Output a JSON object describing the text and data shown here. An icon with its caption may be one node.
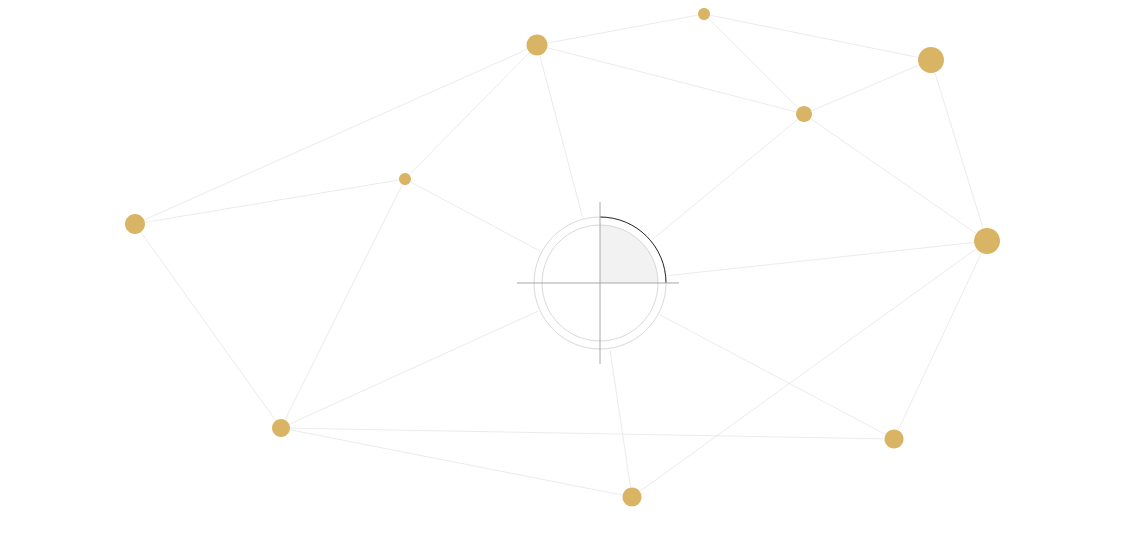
{
  "diagram": {
    "nodes": [
      {
        "text": [],
        "shape": "circle"
      },
      {
        "text": [],
        "shape": "circle"
      },
      {
        "text": [],
        "shape": "circle"
      },
      {
        "text": [],
        "shape": "circle"
      },
      {
        "text": [],
        "shape": "circle"
      },
      {
        "text": [],
        "shape": "circle"
      },
      {
        "text": [],
        "shape": "circle"
      },
      {
        "text": [],
        "shape": "circle"
      },
      {
        "text": [],
        "shape": "circle"
      },
      {
        "text": [],
        "shape": "circle"
      },
      {
        "text": [],
        "shape": "circle"
      }
    ],
    "edges": [
      {
        "from": 1,
        "to": 0,
        "arrow": "none"
      },
      {
        "from": 0,
        "to": 2,
        "arrow": "none"
      },
      {
        "from": 0,
        "to": 3,
        "arrow": "none"
      },
      {
        "from": 1,
        "to": 3,
        "arrow": "none"
      },
      {
        "from": 3,
        "to": 2,
        "arrow": "none"
      },
      {
        "from": 1,
        "to": 4,
        "arrow": "none"
      },
      {
        "from": 1,
        "to": 5,
        "arrow": "none"
      },
      {
        "from": 1,
        "to": 7,
        "arrow": "none"
      },
      {
        "from": 4,
        "to": 5,
        "arrow": "none"
      },
      {
        "from": 4,
        "to": 7,
        "arrow": "none"
      },
      {
        "from": 4,
        "to": 8,
        "arrow": "none"
      },
      {
        "from": 5,
        "to": 8,
        "arrow": "none"
      },
      {
        "from": 3,
        "to": 7,
        "arrow": "none"
      },
      {
        "from": 3,
        "to": 6,
        "arrow": "none"
      },
      {
        "from": 2,
        "to": 6,
        "arrow": "none"
      },
      {
        "from": 6,
        "to": 7,
        "arrow": "none"
      },
      {
        "from": 6,
        "to": 10,
        "arrow": "none"
      },
      {
        "from": 6,
        "to": 9,
        "arrow": "none"
      },
      {
        "from": 7,
        "to": 8,
        "arrow": "none"
      },
      {
        "from": 7,
        "to": 9,
        "arrow": "none"
      },
      {
        "from": 7,
        "to": 10,
        "arrow": "none"
      },
      {
        "from": 8,
        "to": 9,
        "arrow": "none"
      },
      {
        "from": 8,
        "to": 10,
        "arrow": "none"
      }
    ]
  }
}
